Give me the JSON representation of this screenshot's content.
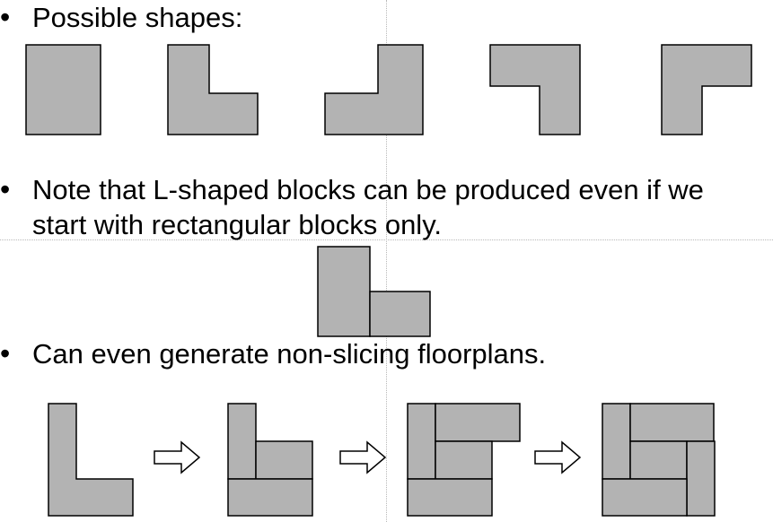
{
  "bullets": [
    {
      "marker": "•",
      "lines": [
        "Possible shapes:"
      ]
    },
    {
      "marker": "•",
      "lines": [
        "Note that L-shaped blocks can be produced even if we",
        "start with rectangular blocks only."
      ]
    },
    {
      "marker": "•",
      "lines": [
        "Can even generate non-slicing floorplans."
      ]
    }
  ],
  "colors": {
    "block_fill": "#b3b3b3",
    "block_stroke": "#000000",
    "arrow_fill": "#ffffff"
  },
  "icons": [
    "block-outline-icon",
    "right-arrow-icon"
  ]
}
